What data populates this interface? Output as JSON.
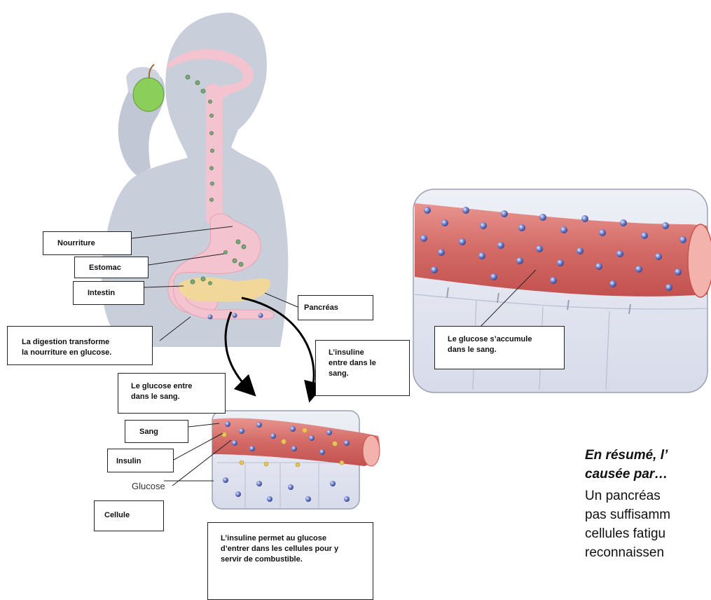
{
  "labels": {
    "nourriture": "Nourriture",
    "estomac": "Estomac",
    "intestin": "Intestin",
    "pancreas": "Pancréas",
    "digestion_1": "La digestion transforme",
    "digestion_2": "la  nourriture en glucose.",
    "insuline_entre_1": "L’insuline",
    "insuline_entre_2": "entre dans le",
    "insuline_entre_3": "sang.",
    "glucose_entre_1": "Le glucose entre",
    "glucose_entre_2": "dans le sang.",
    "sang": "Sang",
    "insulin": "Insulin",
    "glucose": "Glucose",
    "cellule": "Cellule",
    "permet_1": "L’insuline permet au glucose",
    "permet_2": "d’entrer dans les cellules pour y",
    "permet_3": "servir de combustible.",
    "accumule_1": "Le glucose s’accumule",
    "accumule_2": "dans le sang."
  },
  "summary": {
    "title_1": "En résumé, l’",
    "title_2": "causée par…",
    "body_1": "Un pancréas",
    "body_2": "pas suffisamm",
    "body_3": "cellules fatigu",
    "body_4": "reconnaissen"
  },
  "colors": {
    "body_silhouette": "#c9cedb",
    "digestive_tract": "#f3c4cf",
    "pancreas": "#f1d79a",
    "blood_vessel": "#d9736f",
    "glucose_dot": "#6f7fc9",
    "insulin": "#e7c45a",
    "cell_fill": "#e4e7f1"
  }
}
